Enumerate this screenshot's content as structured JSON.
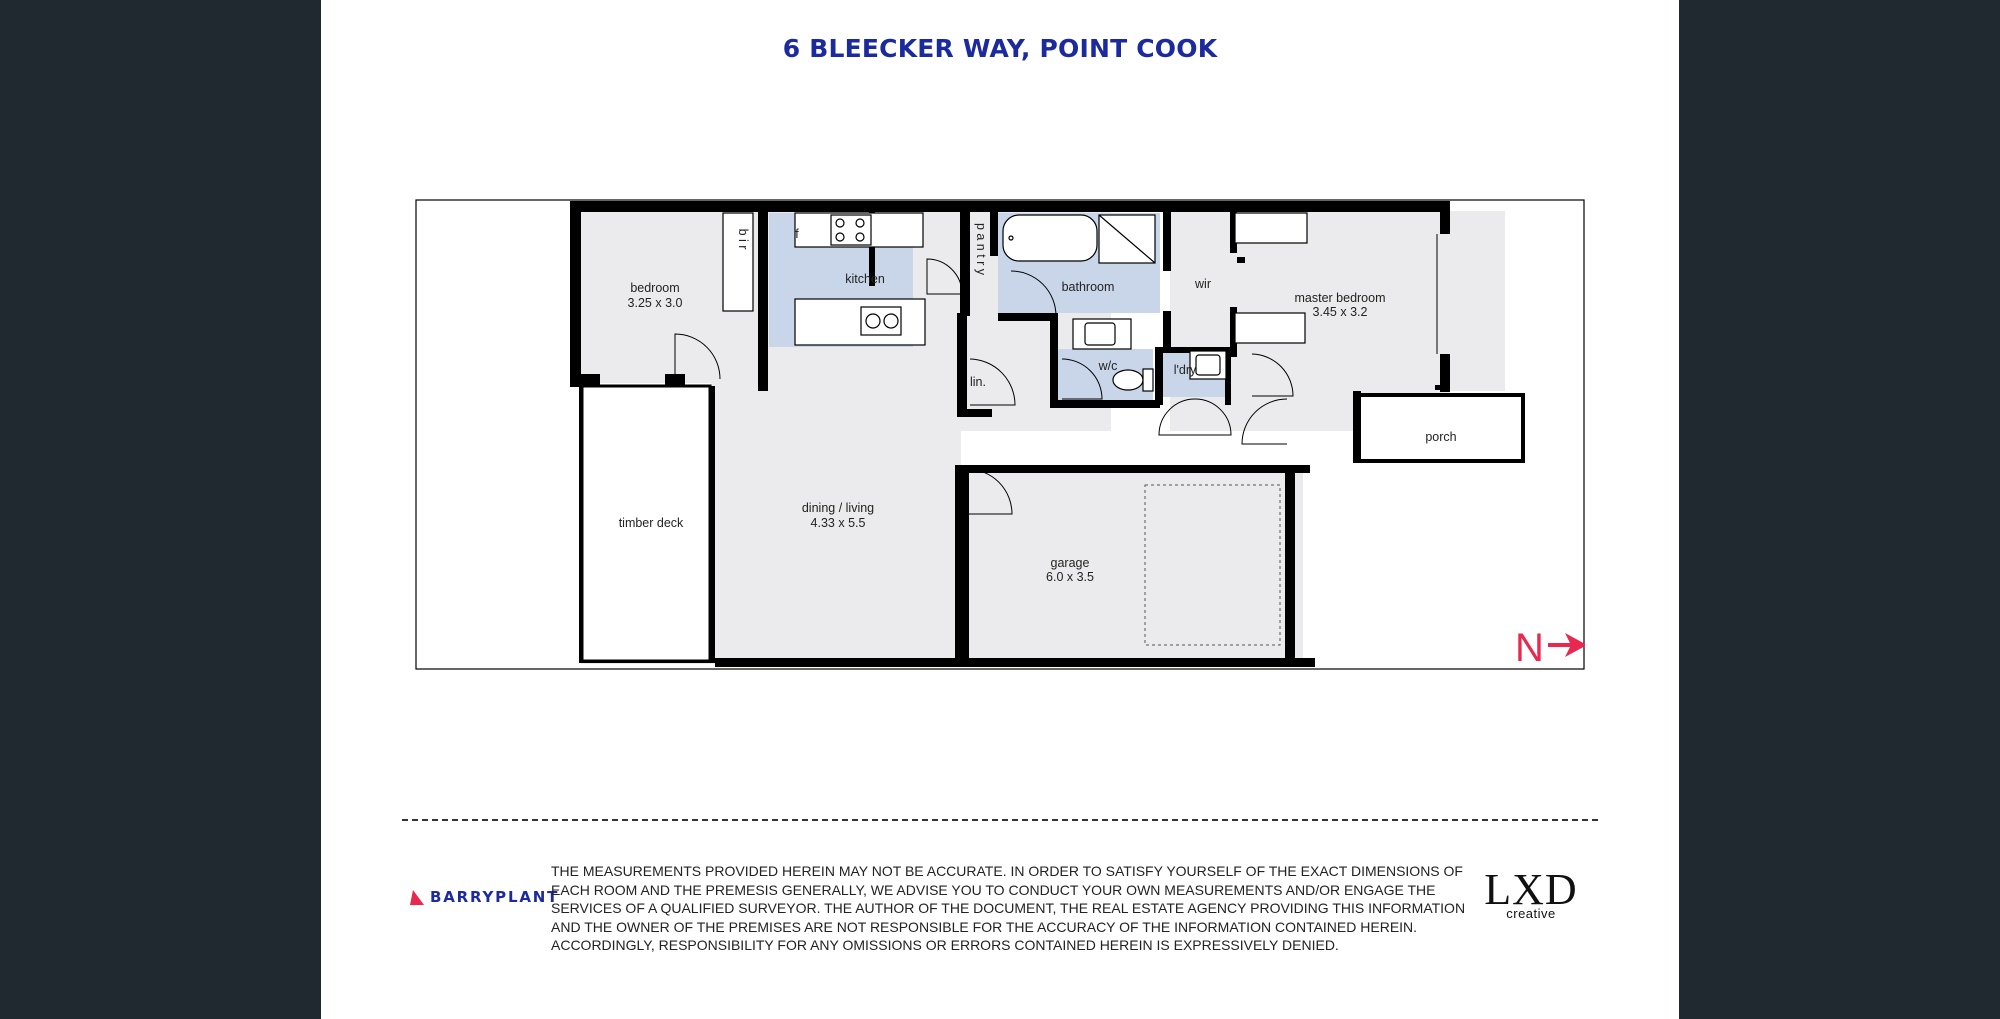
{
  "header": {
    "title": "6 BLEECKER WAY, POINT COOK"
  },
  "rooms": {
    "bedroom": {
      "name": "bedroom",
      "size": "3.25 x 3.0"
    },
    "bir": "b i r",
    "kitchen": "kitchen",
    "fridge": "f",
    "pantry": "p a n t r y",
    "bathroom": "bathroom",
    "wir": "wir",
    "master_bedroom": {
      "name": "master bedroom",
      "size": "3.45 x 3.2"
    },
    "linen": "lin.",
    "wc": "w/c",
    "laundry": "l'dry",
    "porch": "porch",
    "timber_deck": "timber deck",
    "dining_living": {
      "name": "dining / living",
      "size": "4.33 x 5.5"
    },
    "garage": {
      "name": "garage",
      "size": "6.0 x 3.5"
    }
  },
  "compass": {
    "label": "N",
    "color": "#e8284f"
  },
  "colors": {
    "title": "#1b2a9e",
    "wet_area": "#c9d6ea",
    "floor": "#ebebed",
    "wall": "#000000"
  },
  "footer": {
    "brand": "BARRYPLANT",
    "disclaimer_lines": [
      "THE MEASUREMENTS PROVIDED HEREIN MAY NOT BE ACCURATE. IN ORDER TO SATISFY YOURSELF OF THE EXACT DIMENSIONS OF",
      "EACH ROOM AND THE PREMESIS GENERALLY, WE ADVISE YOU TO CONDUCT YOUR OWN MEASUREMENTS AND/OR ENGAGE THE",
      "SERVICES OF A QUALIFIED SURVEYOR. THE AUTHOR OF THE DOCUMENT, THE REAL ESTATE AGENCY PROVIDING THIS INFORMATION",
      "AND THE OWNER OF THE PREMISES ARE NOT RESPONSIBLE FOR THE ACCURACY OF THE INFORMATION CONTAINED HEREIN.",
      "ACCORDINGLY, RESPONSIBILITY FOR ANY OMISSIONS OR ERRORS CONTAINED HEREIN IS EXPRESSIVELY DENIED."
    ],
    "creator_logo": "LXD",
    "creator_sub": "creative"
  }
}
